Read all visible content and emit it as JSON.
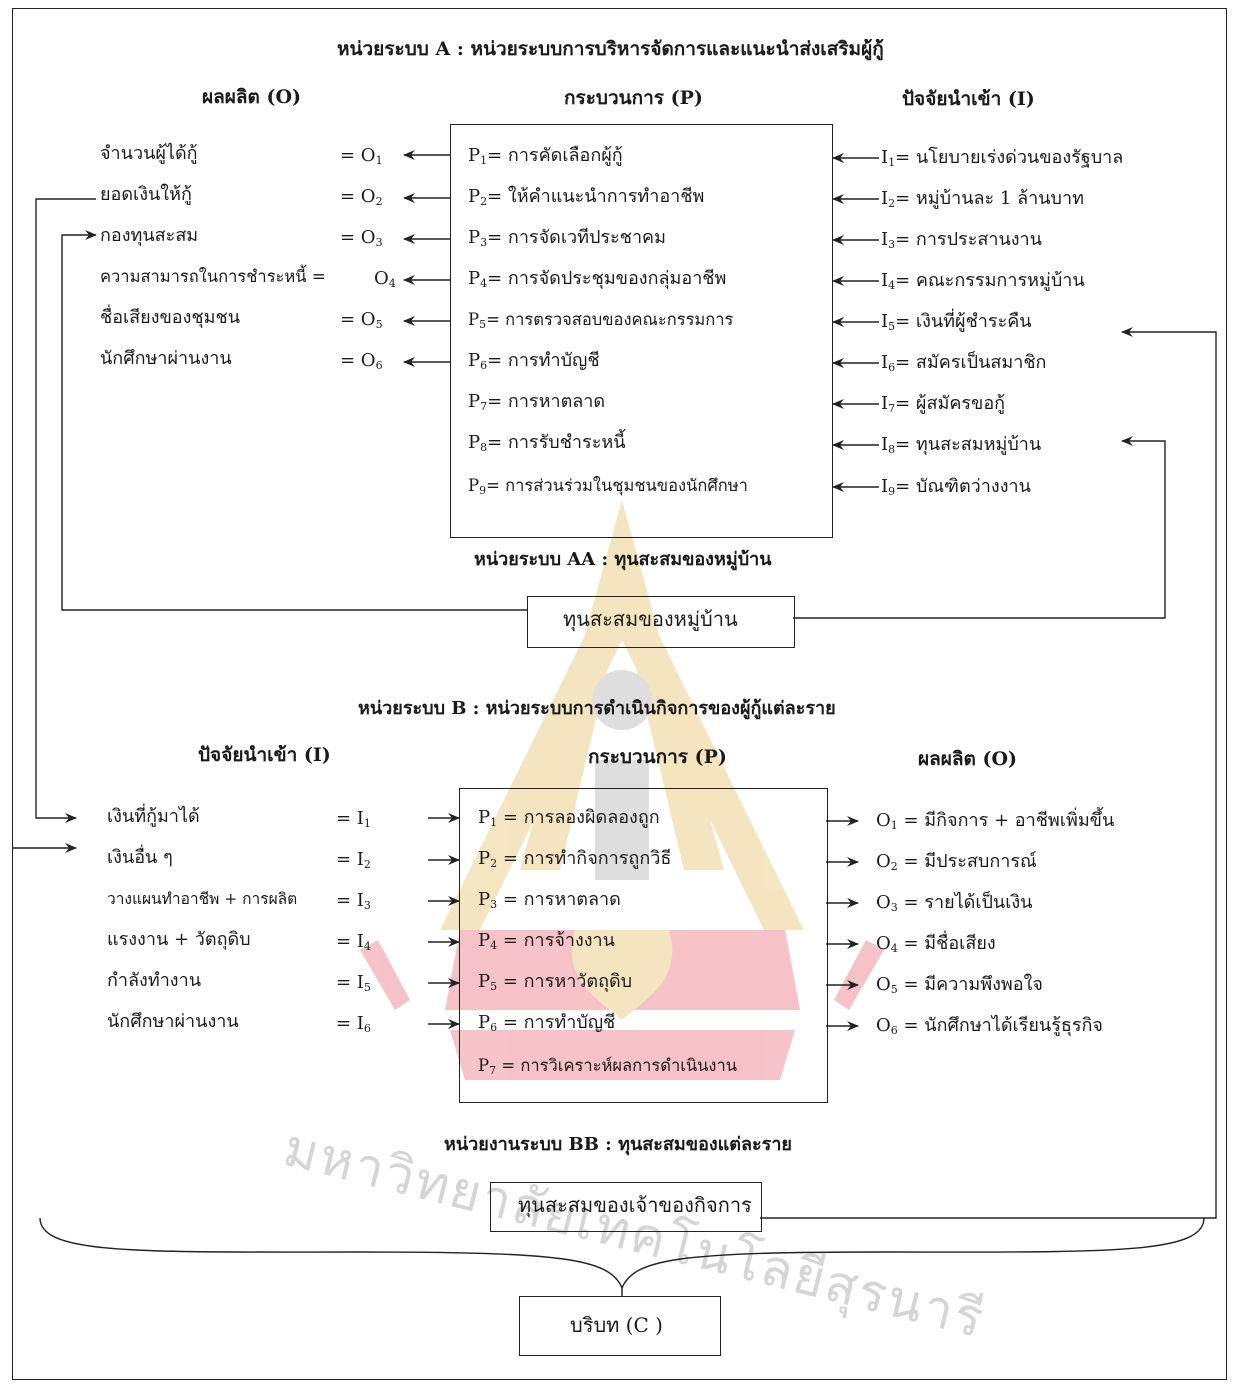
{
  "systemA": {
    "title": "หน่วยระบบ A :  หน่วยระบบการบริหารจัดการและแนะนำส่งเสริมผู้กู้",
    "output_header": "ผลผลิต (O)",
    "process_header": "กระบวนการ (P)",
    "input_header": "ปัจจัยนำเข้า (I)",
    "outputs": [
      {
        "label": "จำนวนผู้ได้กู้",
        "code": "= O",
        "sub": "1"
      },
      {
        "label": "ยอดเงินให้กู้",
        "code": "= O",
        "sub": "2"
      },
      {
        "label": "กองทุนสะสม",
        "code": "= O",
        "sub": "3"
      },
      {
        "label": "ความสามารถในการชำระหนี้ =",
        "code": "O",
        "sub": "4"
      },
      {
        "label": "ชื่อเสียงของชุมชน",
        "code": "= O",
        "sub": "5"
      },
      {
        "label": "นักศึกษาผ่านงาน",
        "code": "= O",
        "sub": "6"
      }
    ],
    "processes": [
      {
        "code": "P",
        "sub": "1",
        "label": "=   การคัดเลือกผู้กู้"
      },
      {
        "code": "P",
        "sub": "2",
        "label": "=   ให้คำแนะนำการทำอาชีพ"
      },
      {
        "code": "P",
        "sub": "3",
        "label": "=   การจัดเวทีประชาคม"
      },
      {
        "code": "P",
        "sub": "4",
        "label": "=   การจัดประชุมของกลุ่มอาชีพ"
      },
      {
        "code": "P",
        "sub": "5",
        "label": "=   การตรวจสอบของคณะกรรมการ"
      },
      {
        "code": "P",
        "sub": "6",
        "label": "=   การทำบัญชี"
      },
      {
        "code": "P",
        "sub": "7",
        "label": "=   การหาตลาด"
      },
      {
        "code": "P",
        "sub": "8",
        "label": "=   การรับชำระหนี้"
      },
      {
        "code": "P",
        "sub": "9",
        "label": "=   การส่วนร่วมในชุมชนของนักศึกษา"
      }
    ],
    "inputs": [
      {
        "code": "I",
        "sub": "1",
        "label": "=  นโยบายเร่งด่วนของรัฐบาล"
      },
      {
        "code": "I",
        "sub": "2",
        "label": "=  หมู่บ้านละ 1 ล้านบาท"
      },
      {
        "code": "I",
        "sub": "3",
        "label": "=  การประสานงาน"
      },
      {
        "code": "I",
        "sub": "4",
        "label": "=  คณะกรรมการหมู่บ้าน"
      },
      {
        "code": "I",
        "sub": "5",
        "label": "=  เงินที่ผู้ชำระคืน"
      },
      {
        "code": "I",
        "sub": "6",
        "label": "=  สมัครเป็นสมาชิก"
      },
      {
        "code": "I",
        "sub": "7",
        "label": "=  ผู้สมัครขอกู้"
      },
      {
        "code": "I",
        "sub": "8",
        "label": "=  ทุนสะสมหมู่บ้าน"
      },
      {
        "code": "I",
        "sub": "9",
        "label": "=  บัณฑิตว่างงาน"
      }
    ]
  },
  "systemAA": {
    "title": "หน่วยระบบ AA : ทุนสะสมของหมู่บ้าน",
    "box_label": "ทุนสะสมของหมู่บ้าน"
  },
  "systemB": {
    "title": "หน่วยระบบ  B :  หน่วยระบบการดำเนินกิจการของผู้กู้แต่ละราย",
    "input_header": "ปัจจัยนำเข้า (I)",
    "process_header": "กระบวนการ (P)",
    "output_header": "ผลผลิต (O)",
    "inputs": [
      {
        "label": "เงินที่กู้มาได้",
        "code": "= I",
        "sub": "1"
      },
      {
        "label": "เงินอื่น ๆ",
        "code": "= I",
        "sub": "2"
      },
      {
        "label": "วางแผนทำอาชีพ + การผลิต",
        "code": "= I",
        "sub": "3"
      },
      {
        "label": "แรงงาน + วัตถุดิบ",
        "code": "= I",
        "sub": "4"
      },
      {
        "label": "กำลังทำงาน",
        "code": "= I",
        "sub": "5"
      },
      {
        "label": "นักศึกษาผ่านงาน",
        "code": "= I",
        "sub": "6"
      }
    ],
    "processes": [
      {
        "code": "P",
        "sub": "1",
        "label": " =  การลองผิดลองถูก"
      },
      {
        "code": "P",
        "sub": "2",
        "label": " =  การทำกิจการถูกวิธี"
      },
      {
        "code": "P",
        "sub": "3",
        "label": " =  การหาตลาด"
      },
      {
        "code": "P",
        "sub": "4",
        "label": " =  การจ้างงาน"
      },
      {
        "code": "P",
        "sub": "5",
        "label": " =  การหาวัตถุดิบ"
      },
      {
        "code": "P",
        "sub": "6",
        "label": " =  การทำบัญชี"
      },
      {
        "code": "P",
        "sub": "7",
        "label": " =  การวิเคราะห์ผลการดำเนินงาน"
      }
    ],
    "outputs": [
      {
        "code": "O",
        "sub": "1",
        "label": " =  มีกิจการ + อาชีพเพิ่มขึ้น"
      },
      {
        "code": "O",
        "sub": "2",
        "label": " =  มีประสบการณ์"
      },
      {
        "code": "O",
        "sub": "3",
        "label": " =  รายได้เป็นเงิน"
      },
      {
        "code": "O",
        "sub": "4",
        "label": " =  มีชื่อเสียง"
      },
      {
        "code": "O",
        "sub": "5",
        "label": " =  มีความพึงพอใจ"
      },
      {
        "code": "O",
        "sub": "6",
        "label": " =  นักศึกษาได้เรียนรู้ธุรกิจ"
      }
    ]
  },
  "systemBB": {
    "title": "หน่วยงานระบบ BB : ทุนสะสมของแต่ละราย",
    "box_label": "ทุนสะสมของเจ้าของกิจการ"
  },
  "context": {
    "box_label": "บริบท (C )"
  },
  "watermark": {
    "text": "มหาวิทยาลัยเทคโนโลยีสุรนารี",
    "colors": {
      "red": "#e0263a",
      "gold": "#d8a520",
      "gray": "#8a8a8a"
    }
  }
}
